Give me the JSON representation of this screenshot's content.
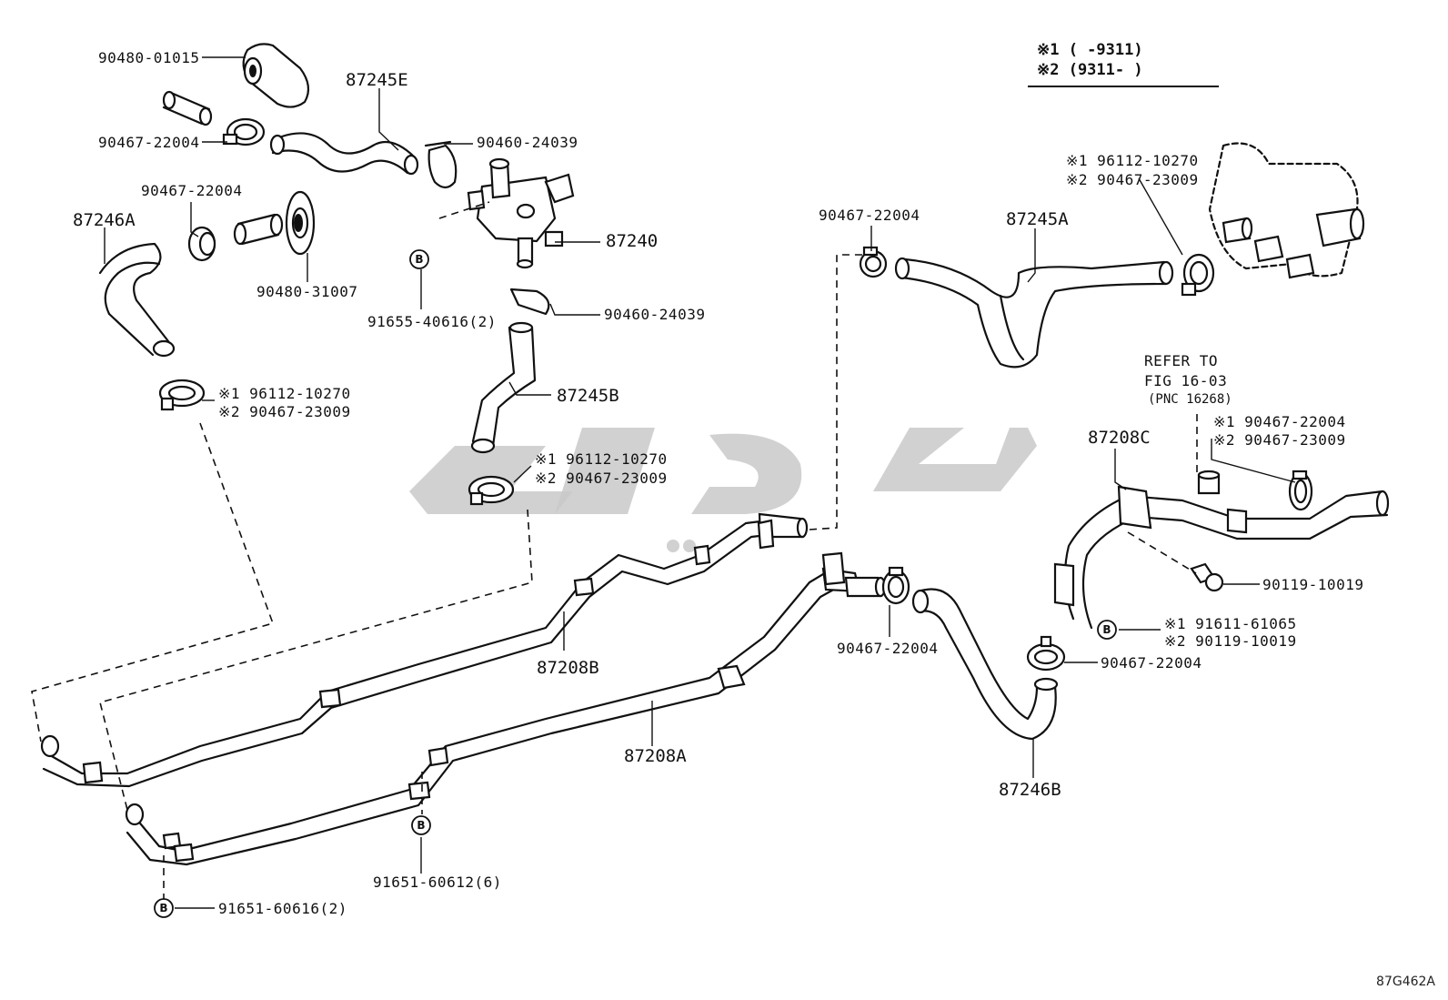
{
  "legend": {
    "row1": "※1 (    -9311)",
    "row2": "※2 (9311-    )"
  },
  "refer": {
    "line1": "REFER TO",
    "line2": "FIG 16-03",
    "line3": "(PNC 16268)"
  },
  "markers": {
    "bolt": "B"
  },
  "labels": {
    "p90480_01015": "90480-01015",
    "p90467_22004_a": "90467-22004",
    "p87245E": "87245E",
    "p90460_24039_a": "90460-24039",
    "p90467_22004_b": "90467-22004",
    "p87246A": "87246A",
    "p90480_31007": "90480-31007",
    "p87240": "87240",
    "p91655_40616": "91655-40616(2)",
    "p90460_24039_b": "90460-24039",
    "p87245B": "87245B",
    "clampA1": "※1 96112-10270",
    "clampA2": "※2 90467-23009",
    "clampB1": "※1 96112-10270",
    "clampB2": "※2 90467-23009",
    "clampC1": "※1 96112-10270",
    "clampC2": "※2 90467-23009",
    "p90467_22004_c": "90467-22004",
    "p87245A": "87245A",
    "p87208C": "87208C",
    "clampD1": "※1 90467-22004",
    "clampD2": "※2 90467-23009",
    "p90119_10019": "90119-10019",
    "boltB1": "※1 91611-61065",
    "boltB2": "※2 90119-10019",
    "p90467_22004_d": "90467-22004",
    "p90467_22004_e": "90467-22004",
    "p87208B": "87208B",
    "p87208A": "87208A",
    "p87246B": "87246B",
    "p91651_60612": "91651-60612(6)",
    "p91651_60616": "91651-60616(2)"
  },
  "diagram_code": "87G462A"
}
